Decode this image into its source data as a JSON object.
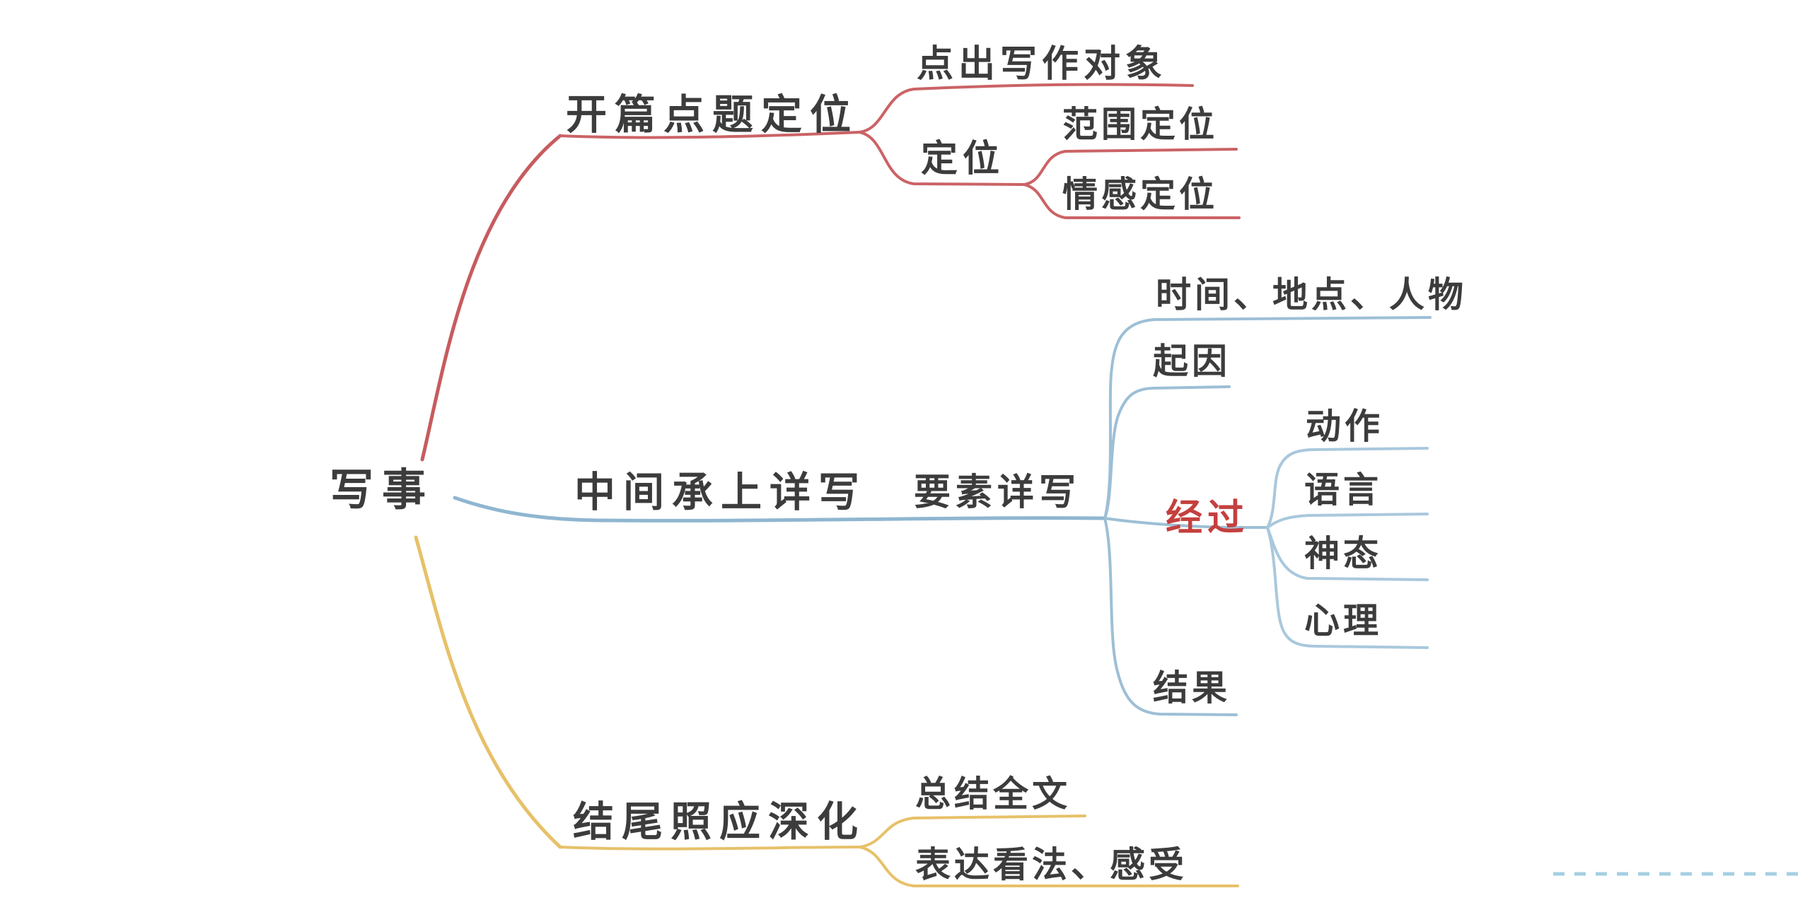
{
  "mindmap": {
    "root": {
      "label": "写事"
    },
    "branches": [
      {
        "label": "开篇点题定位",
        "color": "#cb6366",
        "children": [
          {
            "label": "点出写作对象"
          },
          {
            "label": "定位",
            "children": [
              {
                "label": "范围定位"
              },
              {
                "label": "情感定位"
              }
            ]
          }
        ]
      },
      {
        "label": "中间承上详写",
        "color": "#96bad2",
        "children": [
          {
            "label": "要素详写",
            "children": [
              {
                "label": "时间、地点、人物"
              },
              {
                "label": "起因"
              },
              {
                "label": "经过",
                "text_color": "#c4403e",
                "children": [
                  {
                    "label": "动作"
                  },
                  {
                    "label": "语言"
                  },
                  {
                    "label": "神态"
                  },
                  {
                    "label": "心理"
                  }
                ]
              },
              {
                "label": "结果"
              }
            ]
          }
        ]
      },
      {
        "label": "结尾照应深化",
        "color": "#e7c169",
        "children": [
          {
            "label": "总结全文"
          },
          {
            "label": "表达看法、感受"
          }
        ]
      }
    ],
    "decorations": {
      "dashed_line_color": "#a5cfe2"
    },
    "colors": {
      "text": "#3c3c3c",
      "background": "#ffffff",
      "branch_top": "#cb6366",
      "branch_middle": "#96bad2",
      "branch_bottom": "#e7c169",
      "highlight_red_text": "#c4403e"
    }
  }
}
